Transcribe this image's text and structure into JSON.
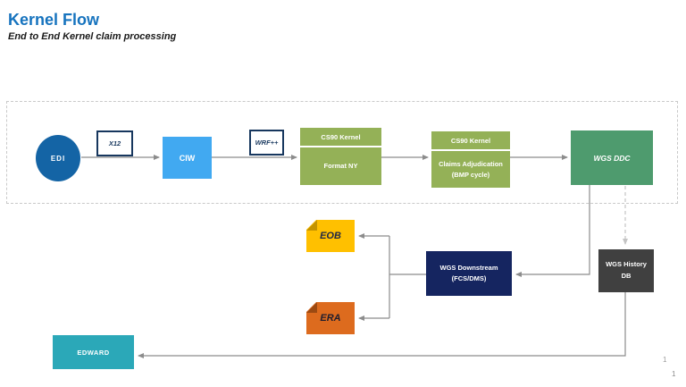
{
  "page": {
    "title": "Kernel Flow",
    "subtitle": "End to End Kernel claim processing",
    "page_number": "1",
    "page_number_secondary": "1"
  },
  "nodes": {
    "edi": {
      "label": "EDI"
    },
    "x12_tag": {
      "label": "X12"
    },
    "ciw": {
      "label": "CIW"
    },
    "wrf_tag": {
      "label": "WRF++"
    },
    "cs90_format": {
      "header": "CS90 Kernel",
      "body": "Format NY"
    },
    "cs90_claims": {
      "header": "CS90 Kernel",
      "body_line1": "Claims Adjudication",
      "body_line2": "(BMP cycle)"
    },
    "wgs_ddc": {
      "label": "WGS DDC"
    },
    "wgs_history": {
      "line1": "WGS History",
      "line2": "DB"
    },
    "wgs_downstream": {
      "line1": "WGS Downstream",
      "line2": "(FCS/DMS)"
    },
    "eob": {
      "label": "EOB"
    },
    "era": {
      "label": "ERA"
    },
    "edward": {
      "label": "EDWARD"
    }
  },
  "colors": {
    "title_blue": "#1673BE",
    "edi_circle": "#1464A5",
    "ciw_blue": "#41A9F1",
    "tag_border_blue": "#17375E",
    "cs90_green": "#94B157",
    "wgs_ddc_green": "#4E9B6E",
    "history_gray": "#404040",
    "downstream_navy": "#152560",
    "eob_amber": "#FFC000",
    "era_orange": "#DD6B1E",
    "edward_teal": "#2BA8B8",
    "connector_gray": "#8c8c8c",
    "dashed_border_gray": "#c9c9c9"
  }
}
